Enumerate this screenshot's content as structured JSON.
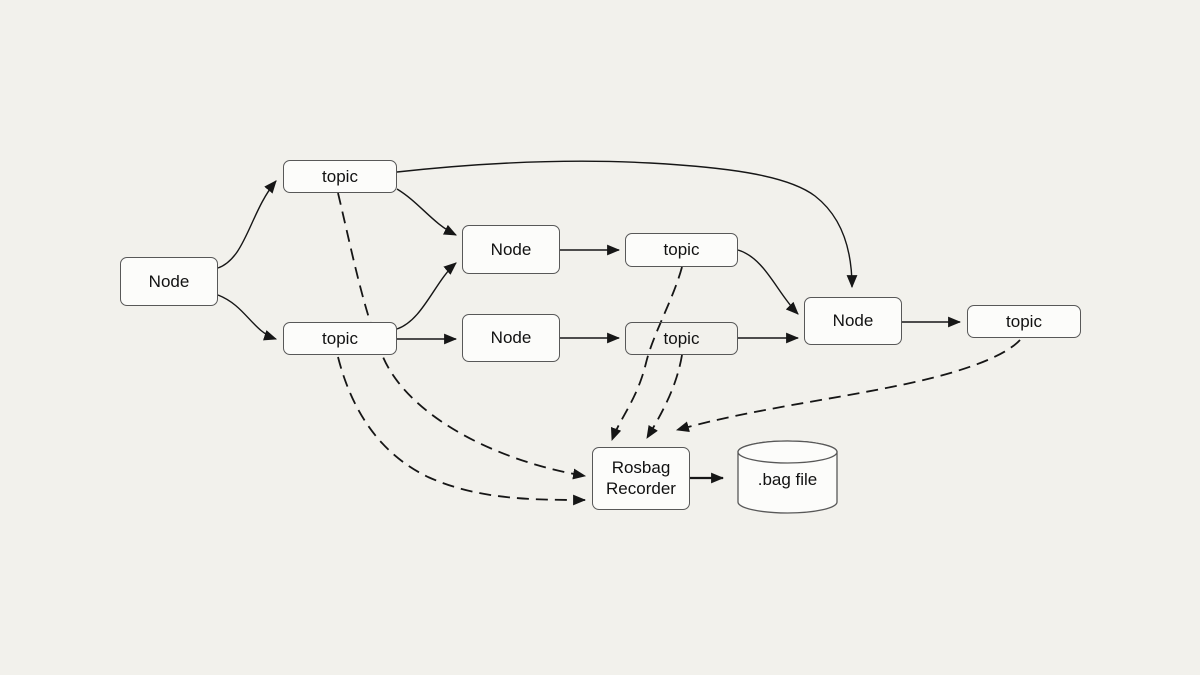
{
  "title": "ROS rosbag recording diagram",
  "colors": {
    "background": "#f2f1ec",
    "shape_fill": "#fcfcfa",
    "shape_stroke": "#585858",
    "line": "#161616"
  },
  "nodes": [
    {
      "id": "node-left",
      "label": "Node",
      "shape": "rect"
    },
    {
      "id": "topic-top-left",
      "label": "topic",
      "shape": "rect"
    },
    {
      "id": "topic-mid-left",
      "label": "topic",
      "shape": "rect"
    },
    {
      "id": "node-mid-top",
      "label": "Node",
      "shape": "rect"
    },
    {
      "id": "node-mid-bottom",
      "label": "Node",
      "shape": "rect"
    },
    {
      "id": "topic-right-top",
      "label": "topic",
      "shape": "rect"
    },
    {
      "id": "topic-right-bot",
      "label": "topic",
      "shape": "rect"
    },
    {
      "id": "node-right",
      "label": "Node",
      "shape": "rect"
    },
    {
      "id": "topic-far-right",
      "label": "topic",
      "shape": "rect"
    },
    {
      "id": "rosbag-recorder",
      "label": "Rosbag Recorder",
      "shape": "rect"
    },
    {
      "id": "bag-file",
      "label": ".bag file",
      "shape": "cylinder"
    }
  ],
  "edges": [
    {
      "from": "node-left",
      "to": "topic-top-left",
      "style": "solid"
    },
    {
      "from": "node-left",
      "to": "topic-mid-left",
      "style": "solid"
    },
    {
      "from": "topic-top-left",
      "to": "node-mid-top",
      "style": "solid"
    },
    {
      "from": "topic-top-left",
      "to": "node-right",
      "style": "solid"
    },
    {
      "from": "topic-mid-left",
      "to": "node-mid-top",
      "style": "solid"
    },
    {
      "from": "topic-mid-left",
      "to": "node-mid-bottom",
      "style": "solid"
    },
    {
      "from": "node-mid-top",
      "to": "topic-right-top",
      "style": "solid"
    },
    {
      "from": "node-mid-bottom",
      "to": "topic-right-bot",
      "style": "solid"
    },
    {
      "from": "topic-right-top",
      "to": "node-right",
      "style": "solid"
    },
    {
      "from": "topic-right-bot",
      "to": "node-right",
      "style": "solid"
    },
    {
      "from": "node-right",
      "to": "topic-far-right",
      "style": "solid"
    },
    {
      "from": "rosbag-recorder",
      "to": "bag-file",
      "style": "solid"
    },
    {
      "from": "topic-top-left",
      "to": "rosbag-recorder",
      "style": "dashed"
    },
    {
      "from": "topic-mid-left",
      "to": "rosbag-recorder",
      "style": "dashed"
    },
    {
      "from": "topic-right-top",
      "to": "rosbag-recorder",
      "style": "dashed"
    },
    {
      "from": "topic-right-bot",
      "to": "rosbag-recorder",
      "style": "dashed"
    },
    {
      "from": "topic-far-right",
      "to": "rosbag-recorder",
      "style": "dashed"
    }
  ]
}
